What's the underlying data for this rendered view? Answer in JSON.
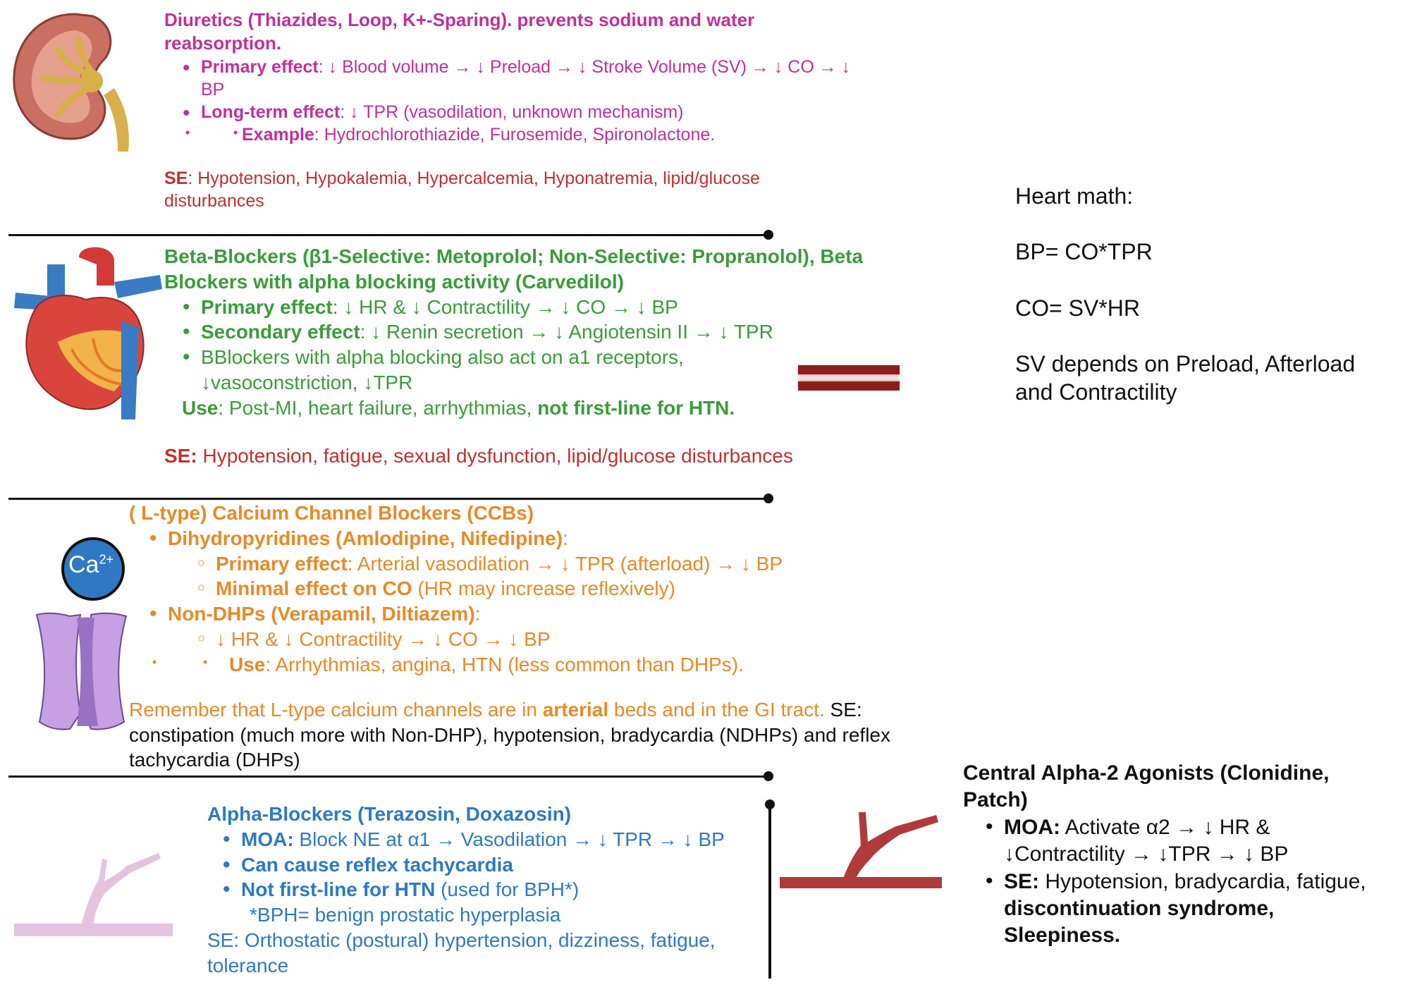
{
  "diuretics": {
    "title": "Diuretics (Thiazides, Loop, K+-Sparing). prevents sodium and water reabsorption.",
    "primary_label": "Primary effect",
    "primary_text": ": ↓ Blood volume → ↓ Preload → ↓ Stroke Volume (SV) → ↓ CO → ↓ BP",
    "longterm_label": "Long-term effect",
    "longterm_text": ": ↓ TPR (vasodilation, unknown mechanism)",
    "example_label": "Example",
    "example_text": ": Hydrochlorothiazide, Furosemide, Spironolactone.",
    "se_label": "SE",
    "se_text": ": Hypotension, Hypokalemia, Hypercalcemia, Hyponatremia, lipid/glucose disturbances"
  },
  "beta_blockers": {
    "title": "Beta-Blockers (β1-Selective: Metoprolol; Non-Selective: Propranolol), Beta Blockers with alpha blocking activity (Carvedilol)",
    "primary_label": "Primary effect",
    "primary_text": ": ↓ HR & ↓ Contractility → ↓ CO → ↓ BP",
    "secondary_label": "Secondary effect",
    "secondary_text": ": ↓ Renin secretion → ↓ Angiotensin II → ↓ TPR",
    "alpha_text": "BBlockers with alpha blocking also act on a1 receptors, ↓vasoconstriction, ↓TPR",
    "use_label": "Use",
    "use_text": ": Post-MI, heart failure, arrhythmias, ",
    "use_bold": "not first-line for HTN.",
    "se_label": "SE:",
    "se_text": " Hypotension, fatigue, sexual dysfunction, lipid/glucose disturbances"
  },
  "ccb": {
    "title": "( L-type) Calcium Channel Blockers (CCBs)",
    "dhp_label": "Dihydropyridines (Amlodipine, Nifedipine)",
    "dhp_colon": ":",
    "dhp_primary_label": "Primary effect",
    "dhp_primary_text": ": Arterial vasodilation → ↓ TPR (afterload) → ↓ BP",
    "dhp_minimal_label": "Minimal effect on CO",
    "dhp_minimal_text": " (HR may increase reflexively)",
    "nondhp_label": "Non-DHPs (Verapamil, Diltiazem)",
    "nondhp_colon": ":",
    "nondhp_effect": "↓ HR & ↓ Contractility → ↓ CO → ↓ BP",
    "use_label": "Use",
    "use_text": ": Arrhythmias, angina, HTN (less common than DHPs).",
    "note_pre": "Remember that L-type calcium channels are in ",
    "note_bold": "arterial",
    "note_post": " beds and in the GI tract.",
    "se_text": " SE: constipation (much more with Non-DHP), hypotension, bradycardia (NDHPs) and reflex tachycardia (DHPs)",
    "ion_label": "Ca",
    "ion_charge": "2+"
  },
  "alpha_blockers": {
    "title": "Alpha-Blockers (Terazosin, Doxazosin)",
    "moa_label": "MOA:",
    "moa_text": " Block NE at α1 → Vasodilation → ↓ TPR → ↓ BP",
    "reflex": "Can cause reflex tachycardia",
    "notfirst_label": "Not first-line for HTN",
    "notfirst_text": " (used for BPH*)",
    "bph_note": "*BPH= benign prostatic hyperplasia",
    "se_text": "SE: Orthostatic (postural) hypertension, dizziness, fatigue, tolerance"
  },
  "central_alpha2": {
    "title": "Central Alpha-2 Agonists (Clonidine, Patch)",
    "moa_label": "MOA:",
    "moa_text": " Activate α2  → ↓ HR & ↓Contractility → ↓TPR → ↓ BP",
    "se_label": "SE:",
    "se_text": " Hypotension, bradycardia, fatigue, ",
    "se_bold": "discontinuation syndrome, Sleepiness."
  },
  "heart_math": {
    "heading": "Heart math:",
    "bp": "BP= CO*TPR",
    "co": "CO= SV*HR",
    "sv": "SV depends on Preload, Afterload and Contractility"
  },
  "colors": {
    "diuretic": "#c2309a",
    "beta": "#3b9c3b",
    "ccb": "#e88a28",
    "alpha": "#2e7ac0",
    "se_red": "#c0312f",
    "vessel_red": "#b03a3a",
    "vessel_pink": "#e4c4dc",
    "channel_purple": "#b98bd9",
    "ion_blue": "#2f79c4"
  }
}
